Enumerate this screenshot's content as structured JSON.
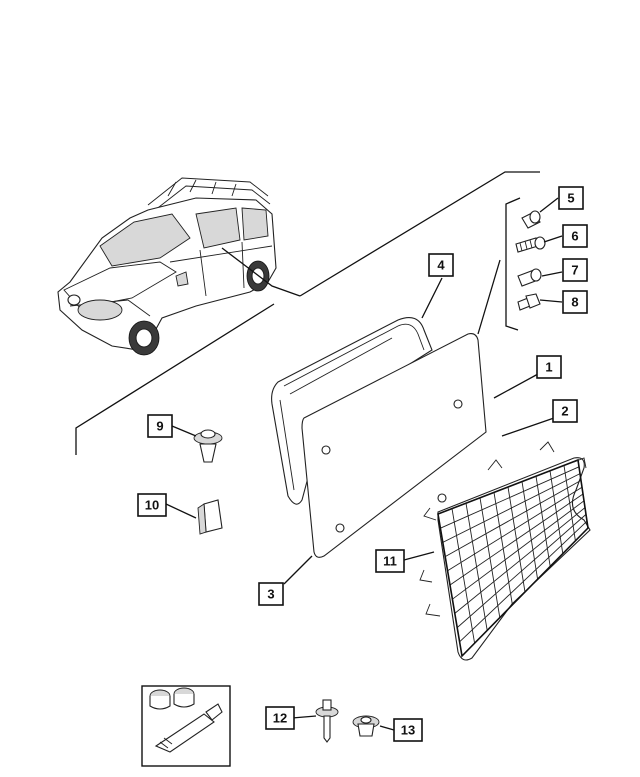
{
  "callouts": [
    {
      "id": "c1",
      "label": "1"
    },
    {
      "id": "c2",
      "label": "2"
    },
    {
      "id": "c3",
      "label": "3"
    },
    {
      "id": "c4",
      "label": "4"
    },
    {
      "id": "c5",
      "label": "5"
    },
    {
      "id": "c6",
      "label": "6"
    },
    {
      "id": "c7",
      "label": "7"
    },
    {
      "id": "c8",
      "label": "8"
    },
    {
      "id": "c9",
      "label": "9"
    },
    {
      "id": "c10",
      "label": "10"
    },
    {
      "id": "c11",
      "label": "11"
    },
    {
      "id": "c12",
      "label": "12"
    },
    {
      "id": "c13",
      "label": "13"
    }
  ],
  "colors": {
    "ink": "#111111",
    "paper": "#ffffff",
    "shade": "#d8d8d8"
  },
  "icons": [
    "van-icon",
    "window-glass-icon",
    "window-seal-icon",
    "cargo-net-icon",
    "fastener-icon",
    "clip-icon",
    "adhesive-kit-icon",
    "screw-icon",
    "nut-icon"
  ]
}
